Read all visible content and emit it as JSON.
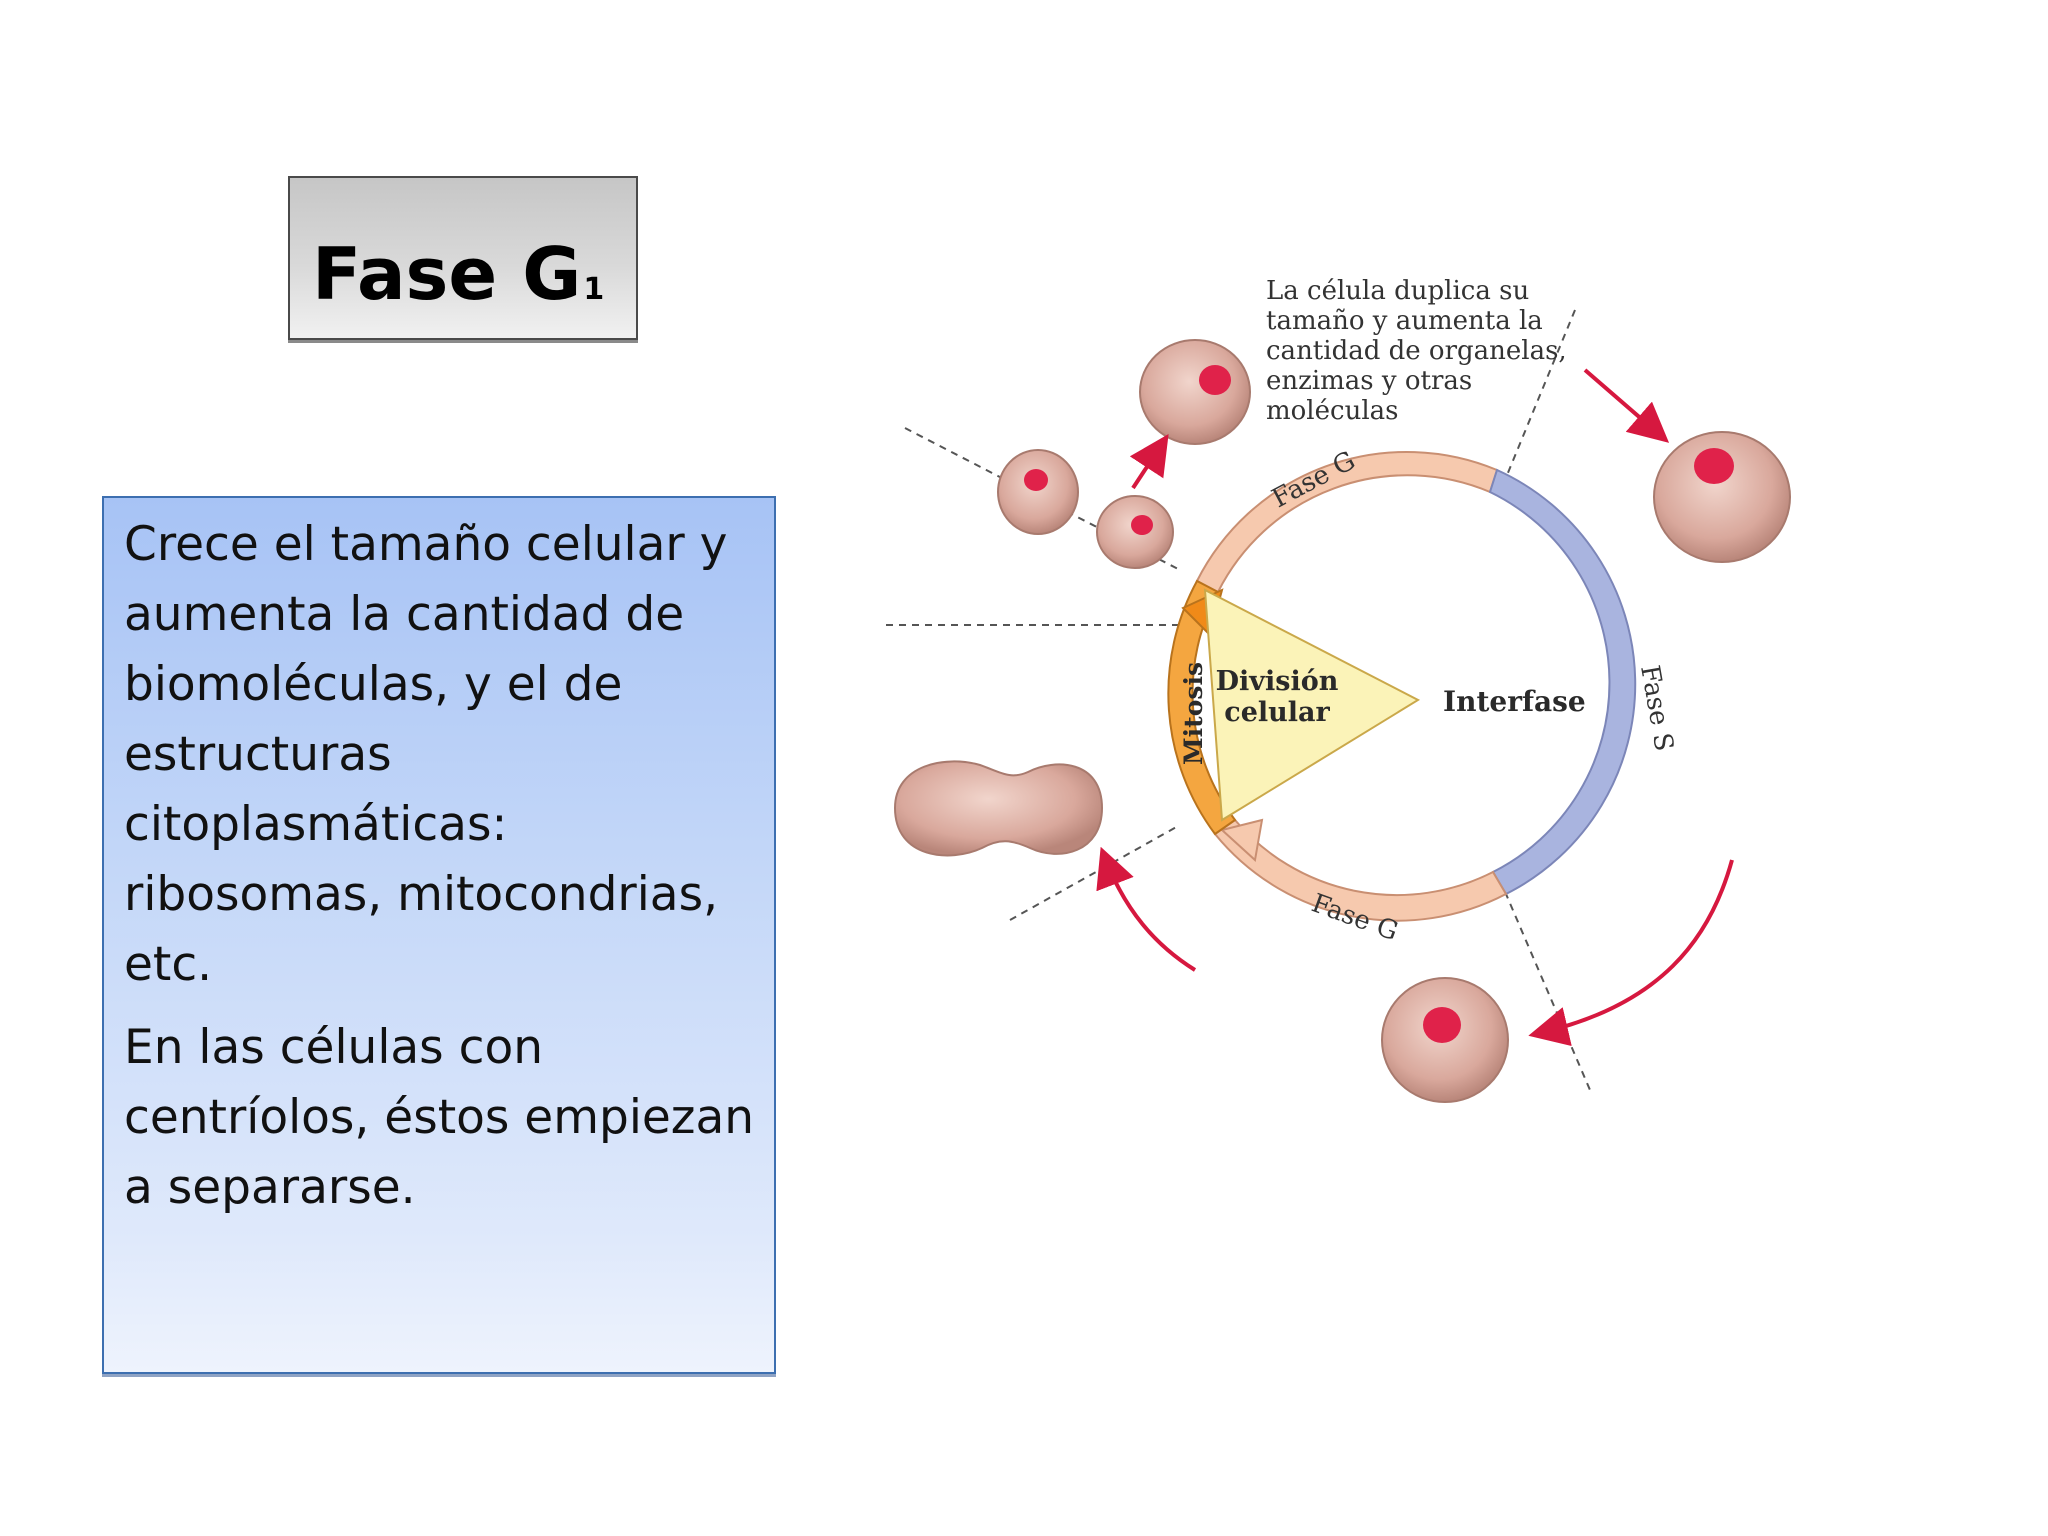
{
  "slide": {
    "title": "Fase G",
    "title_subscript": "1",
    "body_paragraphs": [
      "Crece el tamaño celular y aumenta la cantidad de biomoléculas, y el de estructuras citoplasmáticas: ribosomas, mitocondrias, etc.",
      "En las células con centríolos, éstos empiezan a separarse."
    ]
  },
  "diagram": {
    "annotation_lines": [
      "La célula duplica su",
      "tamaño y aumenta la",
      "cantidad de organelas,",
      "enzimas y otras",
      "moléculas"
    ],
    "label_fase_g_top": "Fase G",
    "label_fase_g_bottom": "Fase G",
    "label_fase_s": "Fase S",
    "label_mitosis": "Mitosis",
    "label_division_line1": "División",
    "label_division_line2": "celular",
    "label_interfase": "Interfase",
    "colors": {
      "g_band": "#f6c9ae",
      "s_band": "#a9b4df",
      "mitosis_band": "#f4a640",
      "wedge": "#fbf3b8",
      "cell": "#d9a89c",
      "nucleus": "#e0224a",
      "arrow": "#d6183f"
    }
  }
}
